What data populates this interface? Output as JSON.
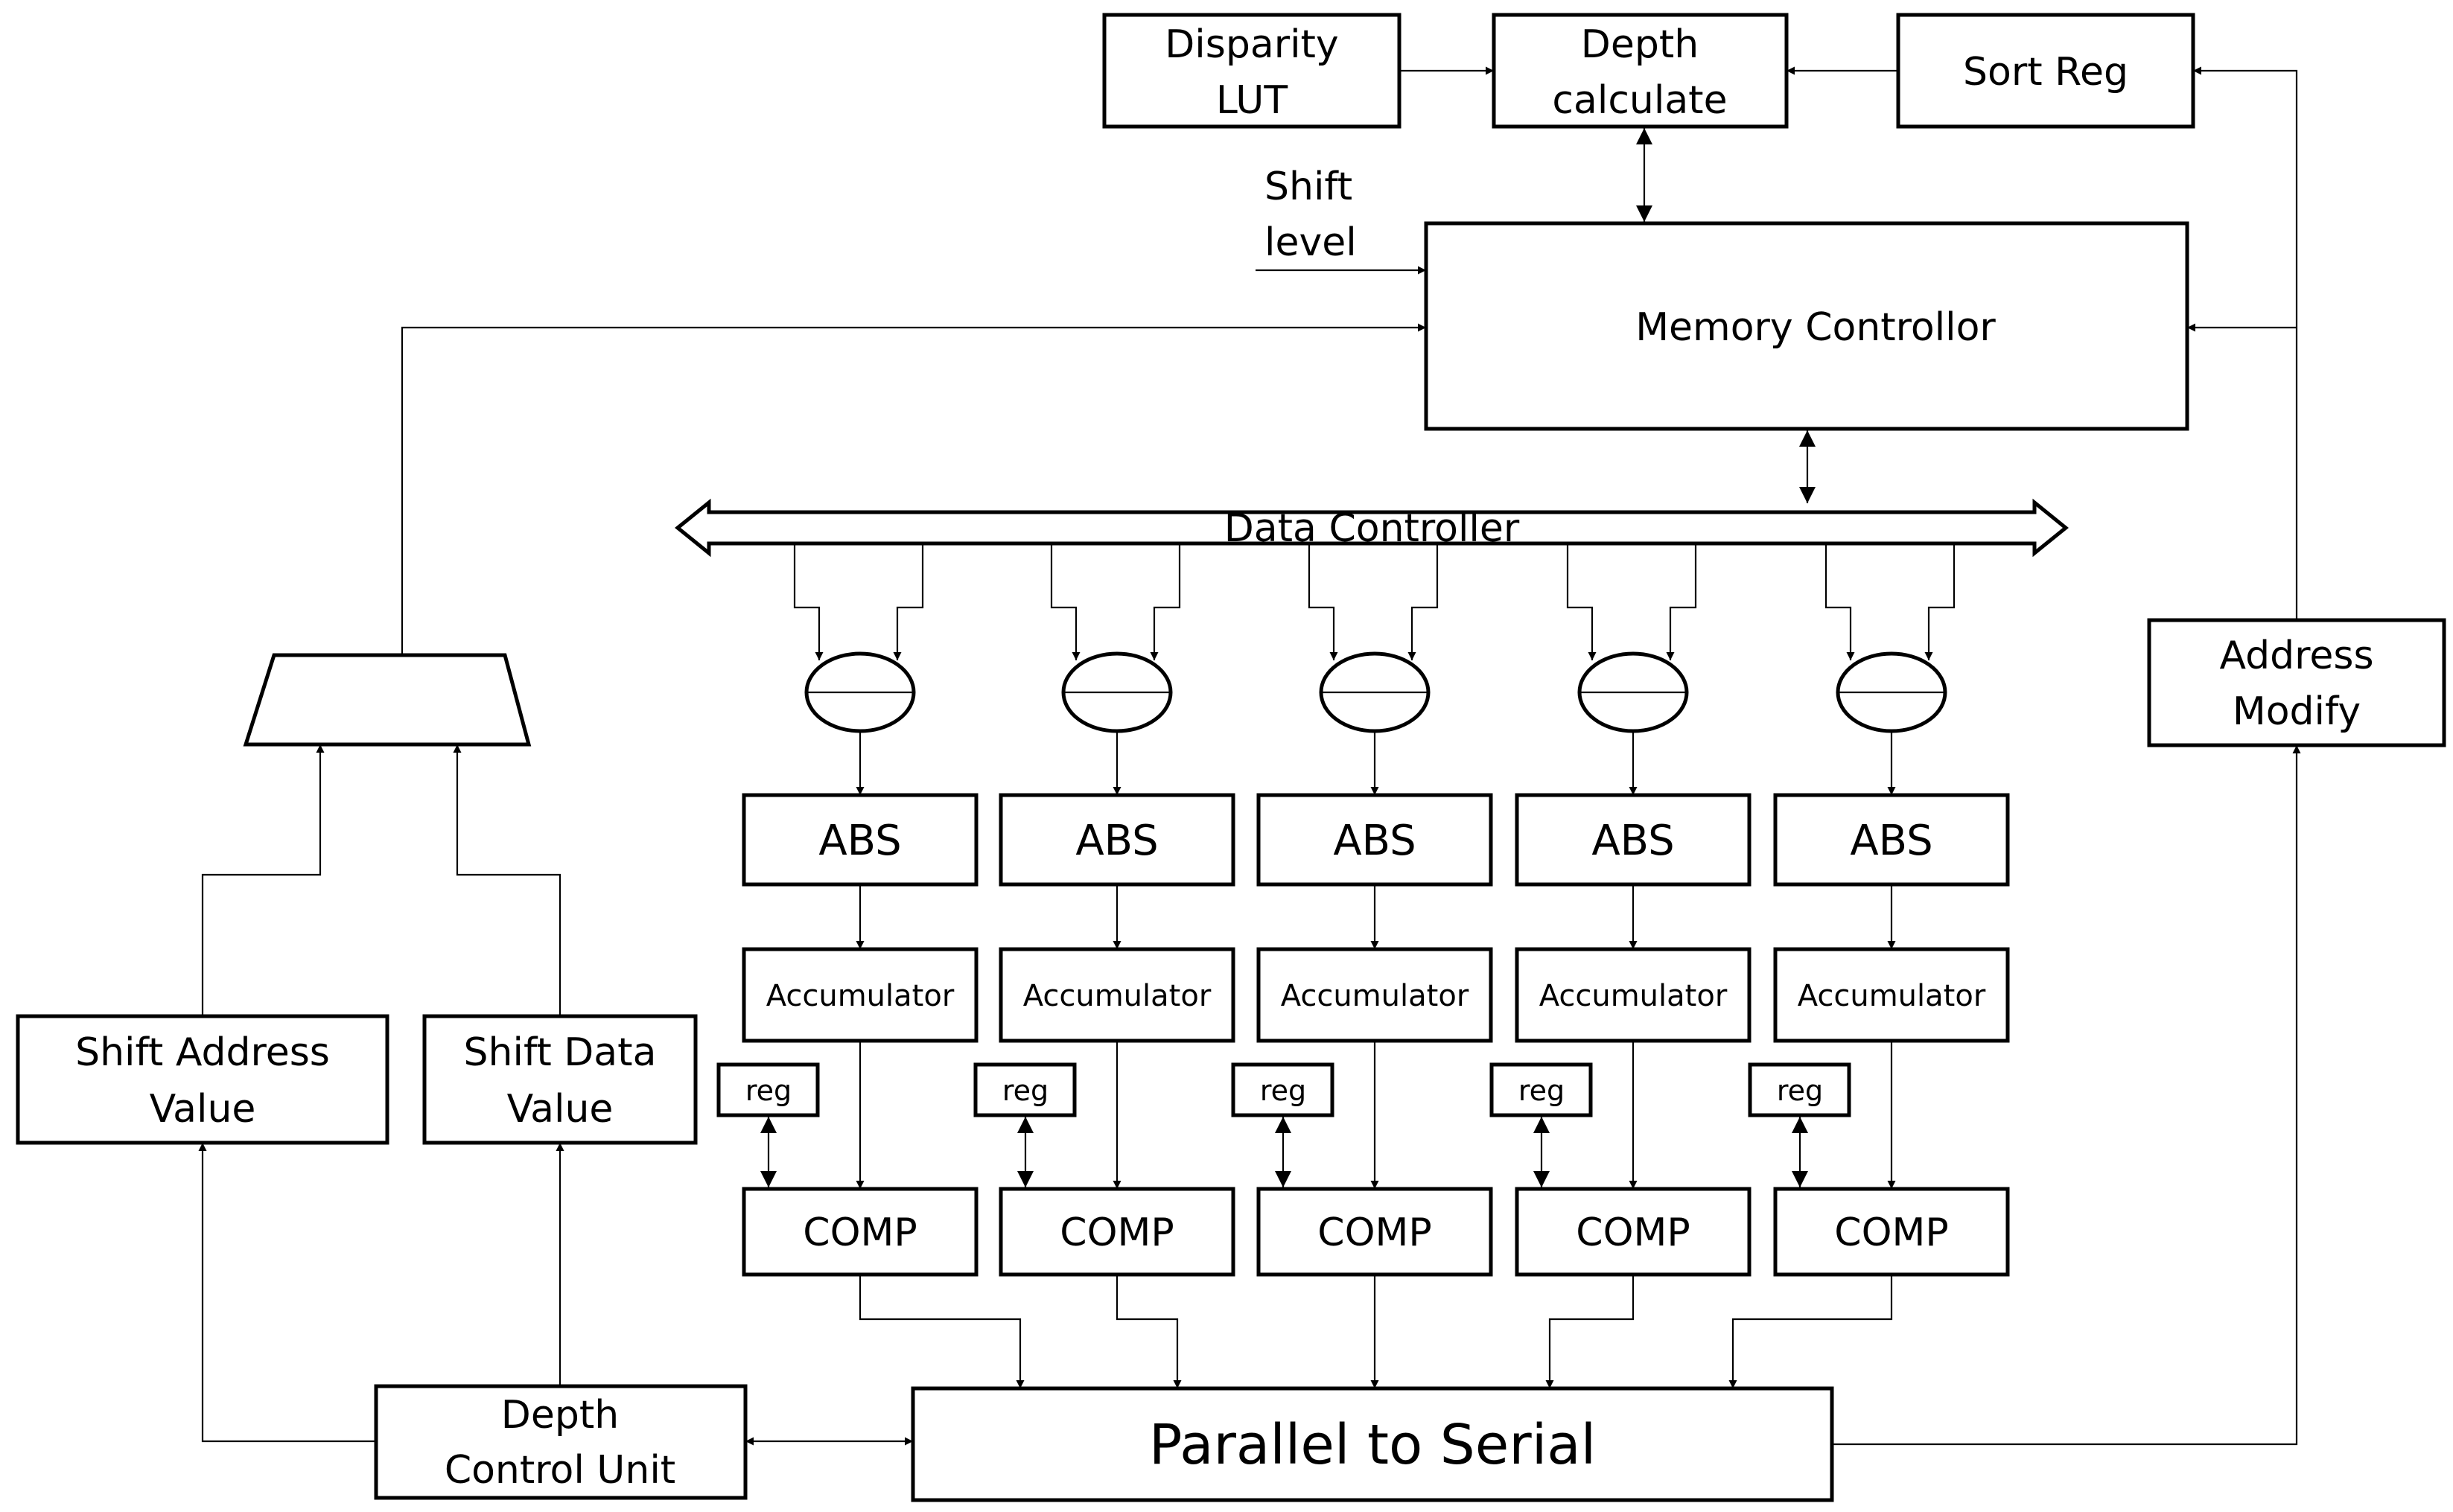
{
  "blocks": {
    "disparity_lut": [
      "Disparity",
      "LUT"
    ],
    "depth_calculate": [
      "Depth",
      "calculate"
    ],
    "sort_reg": "Sort Reg",
    "shift_level": [
      "Shift",
      "level"
    ],
    "memory_controller": "Memory Controllor",
    "data_controller": "Data Controller",
    "address_modify": [
      "Address",
      "Modify"
    ],
    "shift_address_value": [
      "Shift Address",
      "Value"
    ],
    "shift_data_value": [
      "Shift Data",
      "Value"
    ],
    "depth_control_unit": [
      "Depth",
      "Control Unit"
    ],
    "parallel_to_serial": "Parallel to Serial"
  },
  "lanes": [
    {
      "abs": "ABS",
      "accumulator": "Accumulator",
      "reg": "reg",
      "comp": "COMP"
    },
    {
      "abs": "ABS",
      "accumulator": "Accumulator",
      "reg": "reg",
      "comp": "COMP"
    },
    {
      "abs": "ABS",
      "accumulator": "Accumulator",
      "reg": "reg",
      "comp": "COMP"
    },
    {
      "abs": "ABS",
      "accumulator": "Accumulator",
      "reg": "reg",
      "comp": "COMP"
    },
    {
      "abs": "ABS",
      "accumulator": "Accumulator",
      "reg": "reg",
      "comp": "COMP"
    }
  ]
}
